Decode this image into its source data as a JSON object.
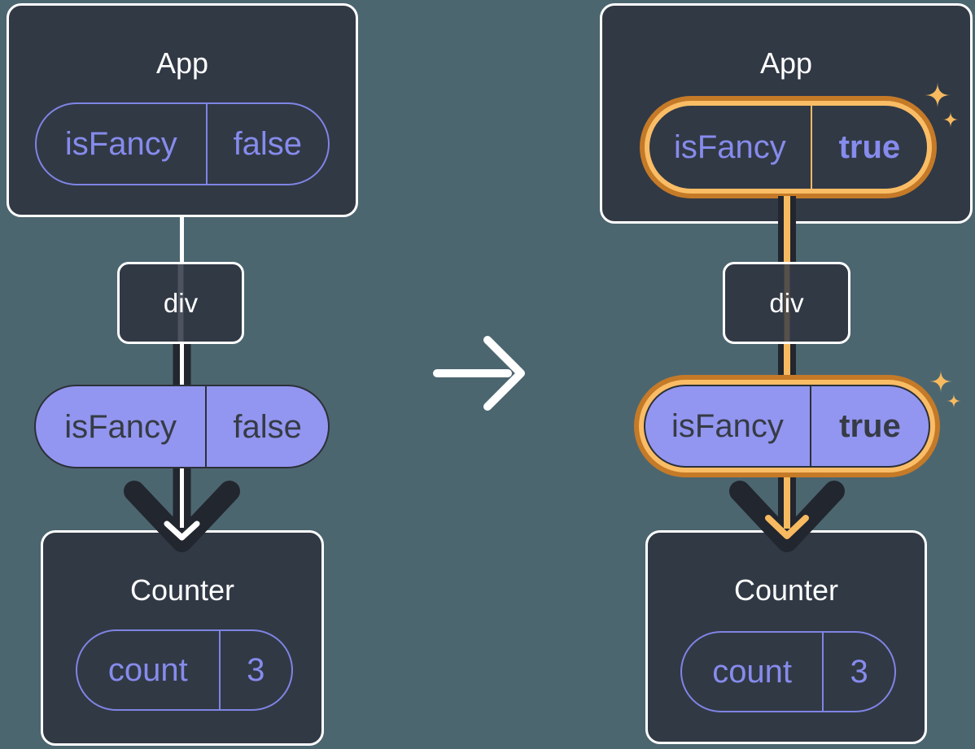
{
  "page": {
    "background": "#4C6670",
    "description": "prop change diagram, before and after"
  },
  "transition": {
    "icon": "right-arrow-icon"
  },
  "before": {
    "app": {
      "title": "App",
      "prop": {
        "name": "isFancy",
        "value": "false"
      }
    },
    "div": {
      "label": "div"
    },
    "passed_prop": {
      "name": "isFancy",
      "value": "false"
    },
    "counter": {
      "title": "Counter",
      "state": {
        "name": "count",
        "value": "3"
      }
    }
  },
  "after": {
    "app": {
      "title": "App",
      "prop": {
        "name": "isFancy",
        "value": "true"
      }
    },
    "div": {
      "label": "div"
    },
    "passed_prop": {
      "name": "isFancy",
      "value": "true"
    },
    "counter": {
      "title": "Counter",
      "state": {
        "name": "count",
        "value": "3"
      }
    },
    "highlight_icon": "sparkle-icon"
  },
  "colors": {
    "background": "#4C6670",
    "card": "#313945",
    "card_border": "#FFFFFF",
    "purple": "#8288E8",
    "purple_fill": "#9296F0",
    "ink_line": "#22262E",
    "dark_text": "#363B45",
    "orange_ring_outer": "#C57A28",
    "orange_ring_inner": "#FABD65",
    "orange_line": "#F8BA60",
    "sparkle": "#F7BA5F"
  }
}
